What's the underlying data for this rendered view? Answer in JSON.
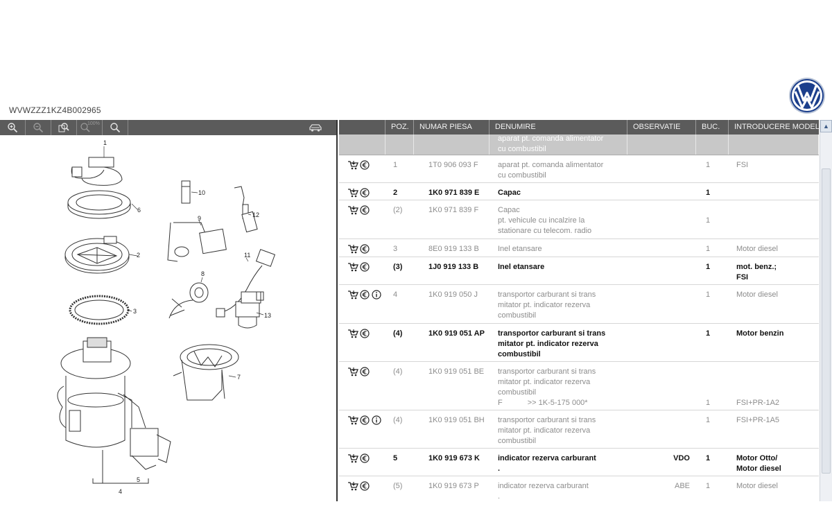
{
  "vin": "WVWZZZ1KZ4B002965",
  "brand_logo": "volkswagen-logo",
  "colors": {
    "toolbar_bg": "#5b5b5b",
    "header_row_bg": "#c8c8c8",
    "grey_text": "#8c8c8c",
    "bold_text": "#111111",
    "logo_blue": "#1c3f8c"
  },
  "toolbar": {
    "buttons": [
      "zoom-in-icon",
      "zoom-out-icon",
      "zoom-fit-icon",
      "zoom-100-icon",
      "search-icon"
    ],
    "zoom_100_label": "100%",
    "car_icon": "car-icon"
  },
  "diagram": {
    "callouts": [
      "1",
      "2",
      "3",
      "4",
      "5",
      "6",
      "7",
      "8",
      "9",
      "10",
      "11",
      "12",
      "13"
    ]
  },
  "table": {
    "columns": [
      "",
      "POZ.",
      "NUMAR PIESA",
      "DENUMIRE",
      "OBSERVATIE",
      "BUC.",
      "INTRODUCERE MODEL"
    ],
    "group_header": [
      "aparat pt. comanda alimentator",
      "cu combustibil"
    ],
    "rows": [
      {
        "style": "grey",
        "icons": [
          "cart-icon",
          "euro-icon"
        ],
        "poz": "1",
        "num": "1T0 906 093 F",
        "den": [
          "aparat pt. comanda alimentator",
          "cu combustibil"
        ],
        "obs": "",
        "buc": "1",
        "intro": [
          "FSI"
        ],
        "h": 40
      },
      {
        "style": "bold",
        "icons": [
          "cart-icon",
          "euro-icon"
        ],
        "poz": "2",
        "num": "1K0 971 839 E",
        "den": [
          "Capac"
        ],
        "obs": "",
        "buc": "1",
        "intro": [],
        "h": 25
      },
      {
        "style": "grey",
        "icons": [
          "cart-icon",
          "euro-icon"
        ],
        "poz": "(2)",
        "num": "1K0 971 839 F",
        "den": [
          "Capac",
          "pt. vehicule cu incalzire la",
          "stationare cu telecom. radio"
        ],
        "obs": "",
        "buc": "",
        "buc_line2": "1",
        "intro": [],
        "h": 56
      },
      {
        "style": "grey",
        "icons": [
          "cart-icon",
          "euro-icon"
        ],
        "poz": "3",
        "num": "8E0 919 133 B",
        "den": [
          "Inel etansare"
        ],
        "obs": "",
        "buc": "1",
        "intro": [
          "Motor diesel"
        ],
        "h": 26
      },
      {
        "style": "bold",
        "icons": [
          "cart-icon",
          "euro-icon"
        ],
        "poz": "(3)",
        "num": "1J0 919 133 B",
        "den": [
          "Inel etansare"
        ],
        "obs": "",
        "buc": "1",
        "intro": [
          "mot. benz.;",
          "FSI"
        ],
        "h": 40
      },
      {
        "style": "grey",
        "icons": [
          "cart-icon",
          "euro-icon",
          "info-icon"
        ],
        "poz": "4",
        "num": "1K0 919 050 J",
        "den": [
          "transportor carburant si trans",
          "mitator pt. indicator rezerva",
          "combustibil"
        ],
        "obs": "",
        "buc": "1",
        "intro": [
          "Motor diesel"
        ],
        "h": 56
      },
      {
        "style": "bold",
        "icons": [
          "cart-icon",
          "euro-icon"
        ],
        "poz": "(4)",
        "num": "1K0 919 051 AP",
        "den": [
          "transportor carburant si trans",
          "mitator pt. indicator rezerva",
          "combustibil"
        ],
        "obs": "",
        "buc": "1",
        "intro": [
          "Motor benzin"
        ],
        "h": 55
      },
      {
        "style": "grey",
        "icons": [
          "cart-icon",
          "euro-icon"
        ],
        "poz": "(4)",
        "num": "1K0 919 051 BE",
        "den": [
          "transportor carburant si trans",
          "mitator pt. indicator rezerva",
          "combustibil"
        ],
        "den_extra": {
          "left": "F",
          "right": ">> 1K-5-175 000*"
        },
        "obs": "",
        "buc": "",
        "buc_line4": "1",
        "intro": [],
        "intro_line4": "FSI+PR-1A2",
        "h": 70
      },
      {
        "style": "grey",
        "icons": [
          "cart-icon",
          "euro-icon",
          "info-icon"
        ],
        "poz": "(4)",
        "num": "1K0 919 051 BH",
        "den": [
          "transportor carburant si trans",
          "mitator pt. indicator rezerva",
          "combustibil"
        ],
        "obs": "",
        "buc": "1",
        "intro": [
          "FSI+PR-1A5"
        ],
        "h": 55
      },
      {
        "style": "bold",
        "icons": [
          "cart-icon",
          "euro-icon"
        ],
        "poz": "5",
        "num": "1K0 919 673 K",
        "den": [
          "indicator rezerva carburant",
          "."
        ],
        "obs": "VDO",
        "buc": "1",
        "intro": [
          "Motor Otto/",
          "Motor diesel"
        ],
        "h": 40
      },
      {
        "style": "grey",
        "icons": [
          "cart-icon",
          "euro-icon"
        ],
        "poz": "(5)",
        "num": "1K0 919 673 P",
        "den": [
          "indicator rezerva carburant",
          "."
        ],
        "obs": "ABE",
        "buc": "1",
        "intro": [
          "Motor diesel"
        ],
        "h": 40
      }
    ]
  }
}
